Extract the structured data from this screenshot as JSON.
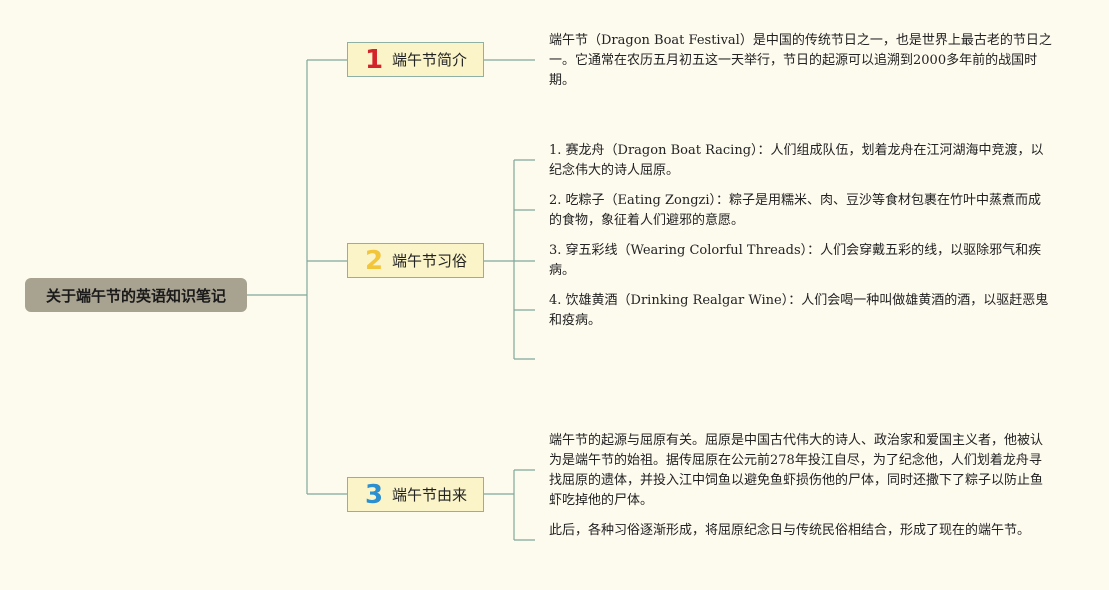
{
  "root": {
    "label": "关于端午节的英语知识笔记"
  },
  "topics": [
    {
      "number": "1",
      "label": "端午节简介",
      "notes": [
        "端午节（Dragon Boat Festival）是中国的传统节日之一，也是世界上最古老的节日之一。它通常在农历五月初五这一天举行，节日的起源可以追溯到2000多年前的战国时期。"
      ]
    },
    {
      "number": "2",
      "label": "端午节习俗",
      "notes": [
        "1. 赛龙舟（Dragon Boat Racing）：人们组成队伍，划着龙舟在江河湖海中竞渡，以纪念伟大的诗人屈原。",
        "2. 吃粽子（Eating Zongzi）：粽子是用糯米、肉、豆沙等食材包裹在竹叶中蒸煮而成的食物，象征着人们避邪的意愿。",
        "3. 穿五彩线（Wearing Colorful Threads）：人们会穿戴五彩的线，以驱除邪气和疾病。",
        "4. 饮雄黄酒（Drinking Realgar Wine）：人们会喝一种叫做雄黄酒的酒，以驱赶恶鬼和疫病。"
      ]
    },
    {
      "number": "3",
      "label": "端午节由来",
      "notes": [
        "端午节的起源与屈原有关。屈原是中国古代伟大的诗人、政治家和爱国主义者，他被认为是端午节的始祖。据传屈原在公元前278年投江自尽，为了纪念他，人们划着龙舟寻找屈原的遗体，并投入江中饲鱼以避免鱼虾损伤他的尸体，同时还撒下了粽子以防止鱼虾吃掉他的尸体。",
        "此后，各种习俗逐渐形成，将屈原纪念日与传统民俗相结合，形成了现在的端午节。"
      ]
    }
  ],
  "colors": {
    "background": "#fdfaee",
    "connector": "#7fa99b",
    "root_fill": "#a8a290",
    "topic_fill": "#fbf4c9",
    "number_1": "#d3242c",
    "number_2": "#f2c63a",
    "number_3": "#2c8fd0"
  }
}
